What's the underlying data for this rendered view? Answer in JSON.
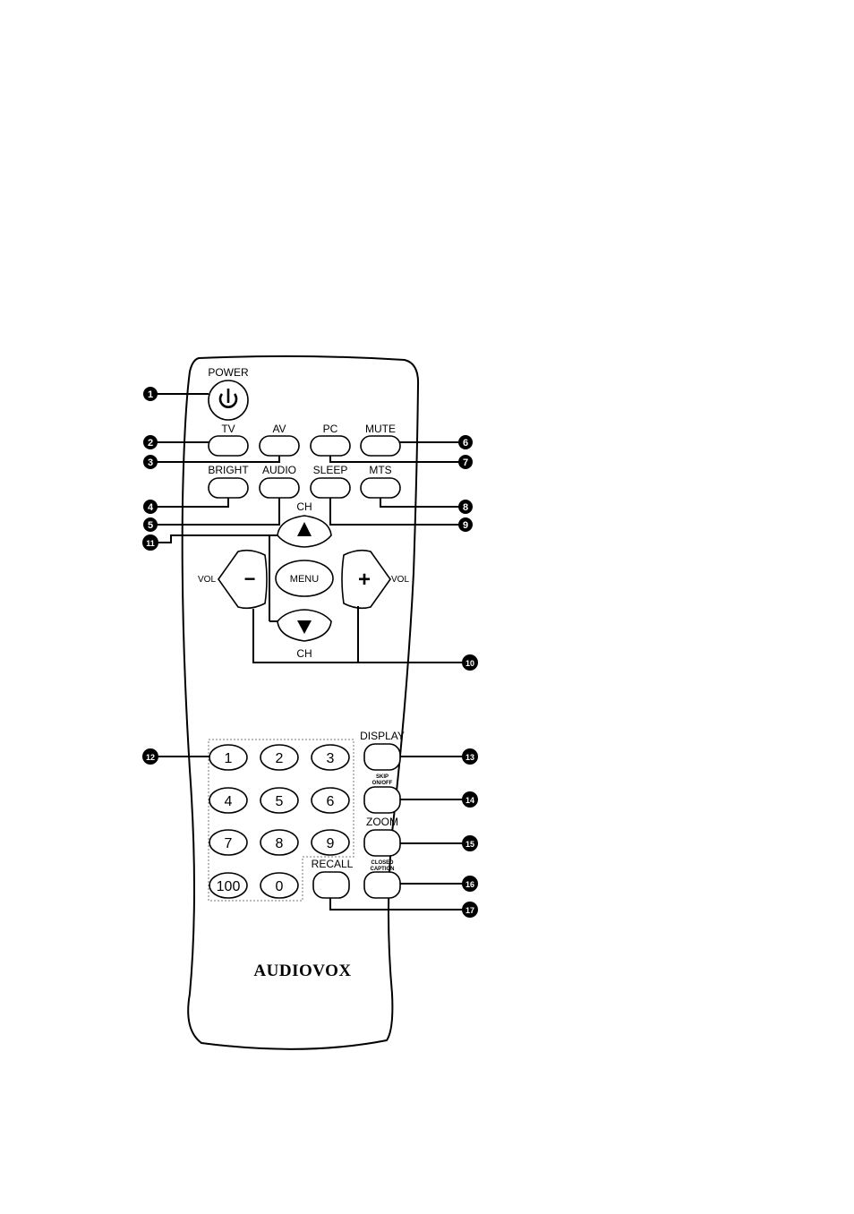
{
  "brand": "AUDIOVOX",
  "buttons": {
    "power": "POWER",
    "tv": "TV",
    "av": "AV",
    "pc": "PC",
    "mute": "MUTE",
    "bright": "BRIGHT",
    "audio": "AUDIO",
    "sleep": "SLEEP",
    "mts": "MTS",
    "ch_up": "CH",
    "ch_down": "CH",
    "menu": "MENU",
    "vol_left": "VOL",
    "vol_right": "VOL",
    "vol_minus": "−",
    "vol_plus": "+",
    "display": "DISPLAY",
    "skip_line1": "SKIP",
    "skip_line2": "ON/OFF",
    "zoom": "ZOOM",
    "closed_caption_line1": "CLOSED",
    "closed_caption_line2": "CAPTION",
    "recall": "RECALL"
  },
  "keypad": [
    "1",
    "2",
    "3",
    "4",
    "5",
    "6",
    "7",
    "8",
    "9",
    "100",
    "0"
  ],
  "callouts": [
    "1",
    "2",
    "3",
    "4",
    "5",
    "6",
    "7",
    "8",
    "9",
    "10",
    "11",
    "12",
    "13",
    "14",
    "15",
    "16",
    "17"
  ],
  "colors": {
    "ink": "#000000",
    "paper": "#ffffff"
  },
  "icons": [
    "power-icon",
    "arrow-up-icon",
    "arrow-down-icon"
  ]
}
